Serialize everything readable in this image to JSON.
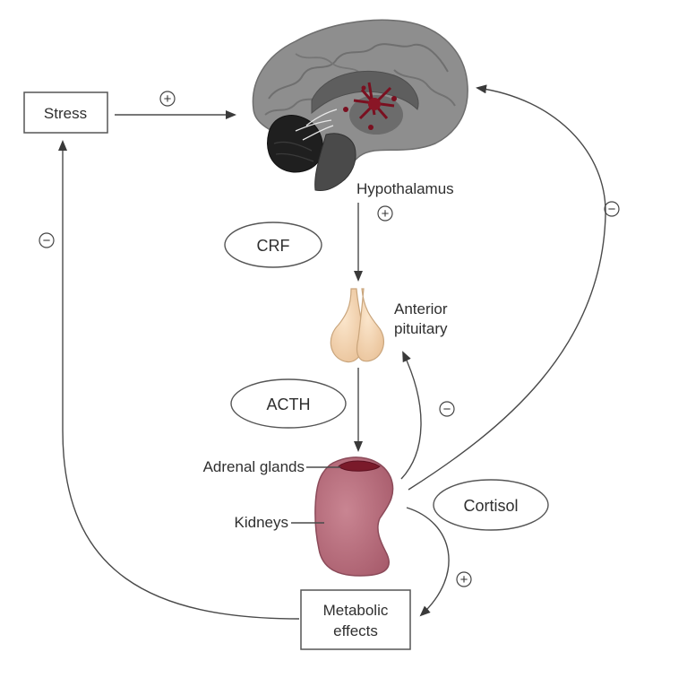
{
  "labels": {
    "stress": "Stress",
    "hypothalamus": "Hypothalamus",
    "crf": "CRF",
    "anterior": "Anterior",
    "pituitary": "pituitary",
    "acth": "ACTH",
    "adrenal_glands": "Adrenal glands",
    "kidneys": "Kidneys",
    "cortisol": "Cortisol",
    "metabolic": "Metabolic",
    "effects": "effects"
  },
  "signs": {
    "plus": "+",
    "minus": "−"
  },
  "colors": {
    "brain": "#8e8e8e",
    "brain_dark": "#2a2a2a",
    "hypothalamus_marker": "#7a1020",
    "pituitary": "#f3d6b2",
    "kidney": "#b9707f",
    "adrenal": "#7a1a2a",
    "line": "#4a4a4a"
  }
}
